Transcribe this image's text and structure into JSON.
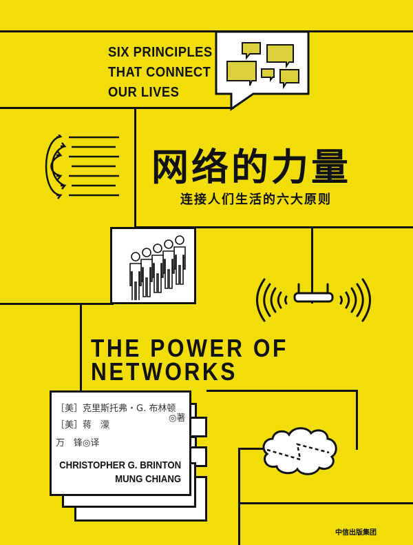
{
  "cover": {
    "background_color": "#f0dd0a",
    "line_color": "#111111",
    "tagline": [
      "SIX PRINCIPLES",
      "THAT CONNECT",
      "OUR LIVES"
    ],
    "title_zh": "网络的力量",
    "subtitle_zh": "连接人们生活的六大原则",
    "title_en": [
      "THE POWER OF",
      "NETWORKS"
    ],
    "credits_zh": {
      "author1": "［美］克里斯托弗・G. 布林顿",
      "author2": "［美］蒋　濛",
      "author_role": "◎著",
      "translator": "万　锋",
      "translator_role": "◎译"
    },
    "authors_en": [
      "CHRISTOPHER G. BRINTON",
      "MUNG CHIANG"
    ],
    "publisher": "中信出版集团",
    "icons": [
      "speech-bubbles-icon",
      "arrows-lines-icon",
      "people-group-icon",
      "wifi-router-icon",
      "cloud-icon",
      "stacked-cards-icon"
    ]
  }
}
